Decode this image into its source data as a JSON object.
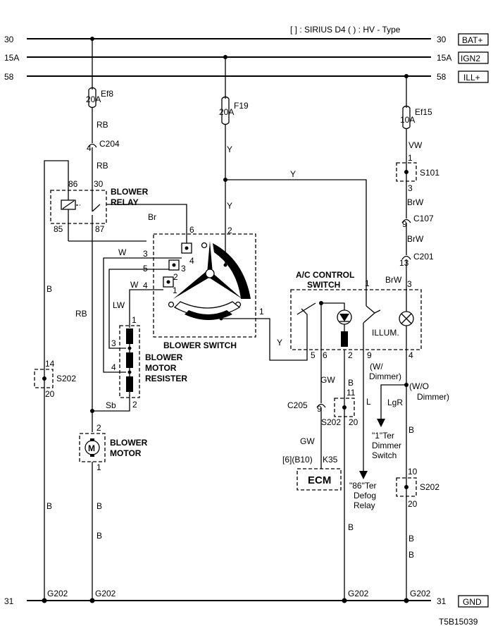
{
  "header_note": "[ ] : SIRIUS D4   ( ) : HV - Type",
  "buses": {
    "bat": {
      "left": "30",
      "right": "30",
      "tag": "BAT+"
    },
    "ign": {
      "left": "15A",
      "right": "15A",
      "tag": "IGN2"
    },
    "ill": {
      "left": "58",
      "right": "58",
      "tag": "ILL+"
    },
    "gnd": {
      "left": "31",
      "right": "31",
      "tag": "GND"
    }
  },
  "fuses": {
    "ef8": {
      "name": "Ef8",
      "rating": "20A"
    },
    "f19": {
      "name": "F19",
      "rating": "20A"
    },
    "ef15": {
      "name": "Ef15",
      "rating": "10A"
    }
  },
  "wires": {
    "rb": "RB",
    "y": "Y",
    "vw": "VW",
    "brw": "BrW",
    "br": "Br",
    "b": "B",
    "w": "W",
    "lw": "LW",
    "sb": "Sb",
    "gw": "GW",
    "l": "L",
    "lgr": "LgR"
  },
  "connectors": {
    "c204": "C204",
    "c107": "C107",
    "c201": "C201",
    "c205": "C205",
    "s101": "S101",
    "s202": "S202",
    "g202": "G202",
    "k35": "K35",
    "b10": "[6](B10)"
  },
  "pins": {
    "p1": "1",
    "p2": "2",
    "p3": "3",
    "p4": "4",
    "p5": "5",
    "p6": "6",
    "p9": "9",
    "p10": "10",
    "p11": "11",
    "p13": "13",
    "p14": "14",
    "p20": "20",
    "p30": "30",
    "p85": "85",
    "p86": "86",
    "p87": "87"
  },
  "components": {
    "blower_relay": [
      "BLOWER",
      "RELAY"
    ],
    "blower_switch": "BLOWER SWITCH",
    "ac_switch": [
      "A/C CONTROL",
      "SWITCH"
    ],
    "resister": [
      "BLOWER",
      "MOTOR",
      "RESISTER"
    ],
    "blower_motor": [
      "BLOWER",
      "MOTOR"
    ],
    "motor_symbol": "M",
    "ecm": "ECM",
    "illum": "ILLUM."
  },
  "notes": {
    "w_dimmer": [
      "(W/",
      "Dimmer)"
    ],
    "wo_dimmer": [
      "(W/O",
      "Dimmer)"
    ],
    "dimmer_switch": [
      "\"1\"Ter",
      "Dimmer",
      "Switch"
    ],
    "defog_relay": [
      "\"86\"Ter",
      "Defog",
      "Relay"
    ]
  },
  "figure_id": "T5B15039"
}
